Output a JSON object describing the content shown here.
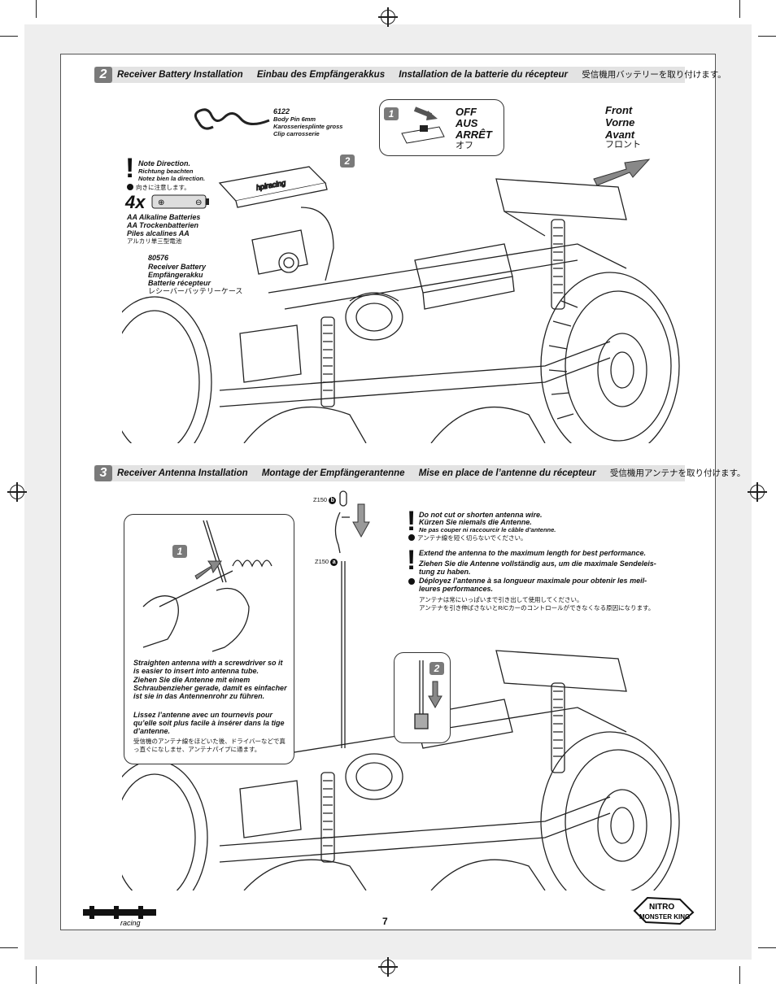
{
  "page_number": "7",
  "section2": {
    "number": "2",
    "title_en": "Receiver Battery Installation",
    "title_de": "Einbau des Empfängerakkus",
    "title_fr": "Installation de la batterie du récepteur",
    "title_ja": "受信機用バッテリーを取り付けます。",
    "pin_part": "6122",
    "pin_en": "Body Pin 6mm",
    "pin_de": "Karosseriesplinte gross",
    "pin_fr": "Clip carrosserie",
    "note_en": "Note Direction.",
    "note_de": "Richtung beachten",
    "note_fr": "Notez bien la direction.",
    "note_ja": "向きに注意します。",
    "batt_qty": "4x",
    "batt_en": "AA Alkaline Batteries",
    "batt_de": "AA Trockenbatterien",
    "batt_fr": "Piles alcalines AA",
    "batt_ja": "アルカリ単三型電池",
    "case_part": "80576",
    "case_en": "Receiver Battery",
    "case_de": "Empfängerakku",
    "case_fr": "Batterie récepteur",
    "case_ja": "レシーバーバッテリーケース",
    "step1": "1",
    "step2": "2",
    "off_en": "OFF",
    "off_de": "AUS",
    "off_fr": "ARRÊT",
    "off_ja": "オフ",
    "front_en": "Front",
    "front_de": "Vorne",
    "front_fr": "Avant",
    "front_ja": "フロント"
  },
  "section3": {
    "number": "3",
    "title_en": "Receiver Antenna Installation",
    "title_de": "Montage der Empfängerantenne",
    "title_fr": "Mise en place de l’antenne du récepteur",
    "title_ja": "受信機用アンテナを取り付けます。",
    "part_b": "Z150",
    "part_a": "Z150",
    "badge_b": "b",
    "badge_a": "a",
    "warn1_en": "Do not cut or shorten antenna wire.",
    "warn1_de": "Kürzen Sie niemals die Antenne.",
    "warn1_fr": "Ne pas couper ni raccourcir le câble d’antenne.",
    "warn1_ja": "アンテナ線を短く切らないでください。",
    "warn2_en": "Extend the antenna to the maximum length for best performance.",
    "warn2_de": "Ziehen Sie die Antenne vollständig aus, um die maximale Sendeleis-tung zu haben.",
    "warn2_fr": "Déployez l’antenne à sa longueur maximale pour obtenir les meil-leures performances.",
    "warn2_ja1": "アンテナは常にいっぱいまで引き出して使用してください。",
    "warn2_ja2": "アンテナを引き伸ばさないとR/Cカーのコントロールができなくなる原因になります。",
    "step1": "1",
    "step2": "2",
    "tip_en": "Straighten antenna with a screwdriver so it is easier to insert into antenna tube.",
    "tip_de": "Ziehen Sie die Antenne mit einem Schraubenzieher gerade, damit es einfacher ist sie in das Antennenrohr zu führen.",
    "tip_fr": "Lissez l’antenne avec un tournevis pour qu’elle soit plus facile à insérer dans la tige d’antenne.",
    "tip_ja": "受信機のアンテナ線をほどいた後、ドライバーなどで真っ直ぐになしませ、アンテナパイプに通ます。"
  },
  "logo_left": "HPI RACING",
  "logo_right": "NITRO MONSTER KING"
}
